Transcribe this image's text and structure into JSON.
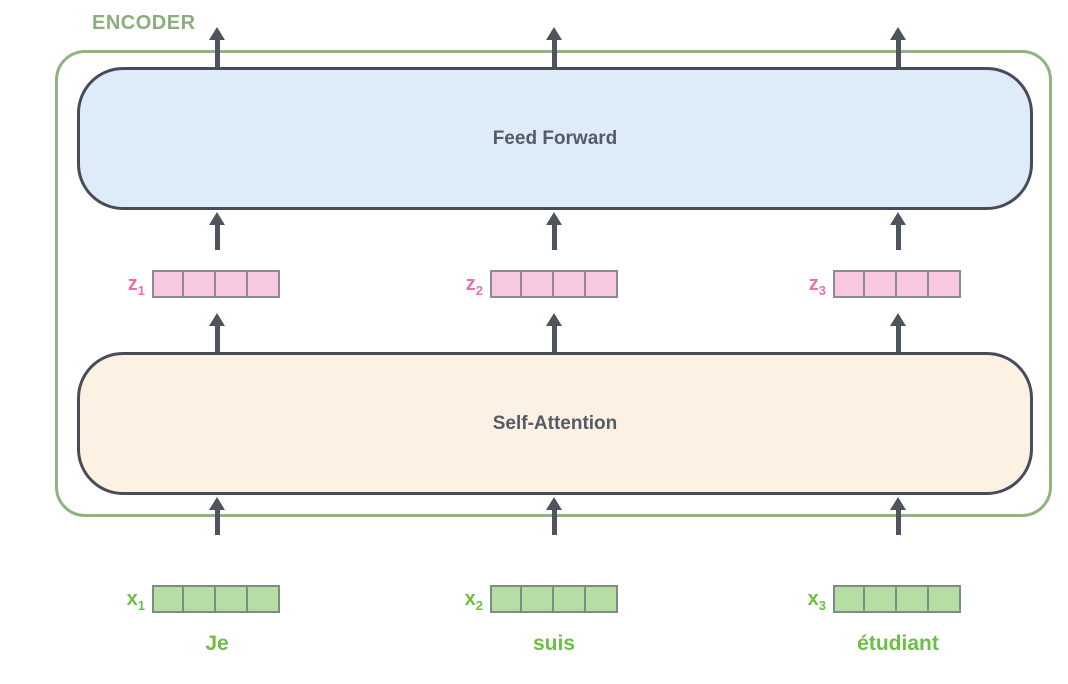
{
  "diagram": {
    "encoder_label": "ENCODER",
    "feed_forward_label": "Feed Forward",
    "self_attention_label": "Self-Attention"
  },
  "vectors": {
    "cells_per_vector": 4,
    "z": [
      {
        "base": "z",
        "sub": "1"
      },
      {
        "base": "z",
        "sub": "2"
      },
      {
        "base": "z",
        "sub": "3"
      }
    ],
    "x": [
      {
        "base": "x",
        "sub": "1"
      },
      {
        "base": "x",
        "sub": "2"
      },
      {
        "base": "x",
        "sub": "3"
      }
    ]
  },
  "words": [
    "Je",
    "suis",
    "étudiant"
  ],
  "colors": {
    "encoder_outline_green": "#8FB381",
    "encoder_label_green": "#8BAE7D",
    "feed_forward_fill": "#DEEBF9",
    "self_attention_fill": "#FCF1E2",
    "block_border": "#474C58",
    "block_text": "#555B66",
    "arrow": "#4E545E",
    "z_label_pink": "#F06EAC",
    "z_cell_fill": "#F8C7E0",
    "z_cell_border": "#8A8A92",
    "x_label_green": "#6CBF44",
    "x_cell_fill": "#B5DDA4",
    "x_cell_border": "#7F8C82"
  }
}
